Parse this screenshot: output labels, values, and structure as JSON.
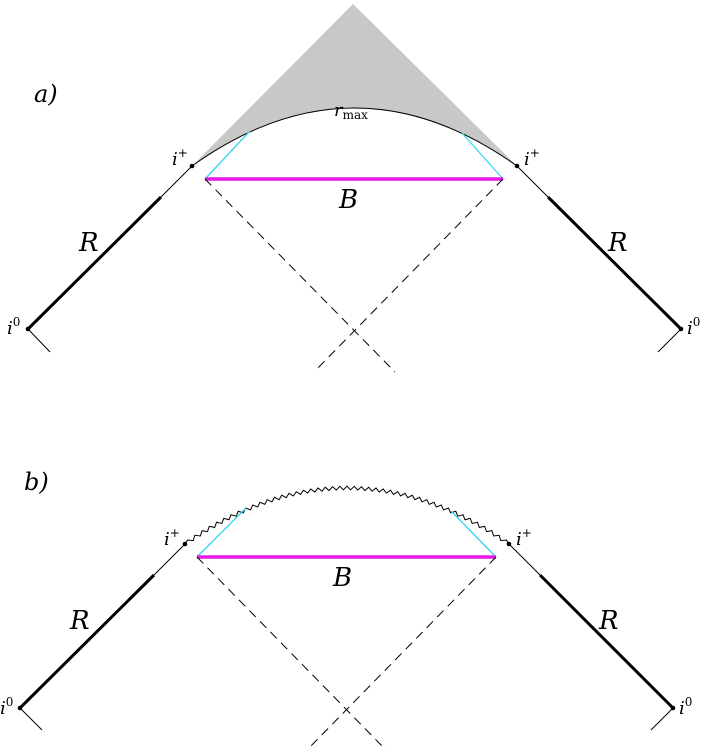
{
  "panel_a": {
    "label": "a)",
    "curve_label_var": "r",
    "curve_label_sub": "max",
    "bulk_label": "B",
    "left_region_label": "R",
    "right_region_label": "R",
    "future_infinity_var": "i",
    "future_infinity_sup": "+",
    "spatial_infinity_var": "i",
    "spatial_infinity_sup": "0"
  },
  "panel_b": {
    "label": "b)",
    "bulk_label": "B",
    "left_region_label": "R",
    "right_region_label": "R",
    "future_infinity_var": "i",
    "future_infinity_sup": "+",
    "spatial_infinity_var": "i",
    "spatial_infinity_sup": "0"
  },
  "colors": {
    "bulk_slice": "#e619e6",
    "light_rays": "#33d6ee",
    "shaded_region": "#c8c8c8",
    "line": "#000000"
  }
}
